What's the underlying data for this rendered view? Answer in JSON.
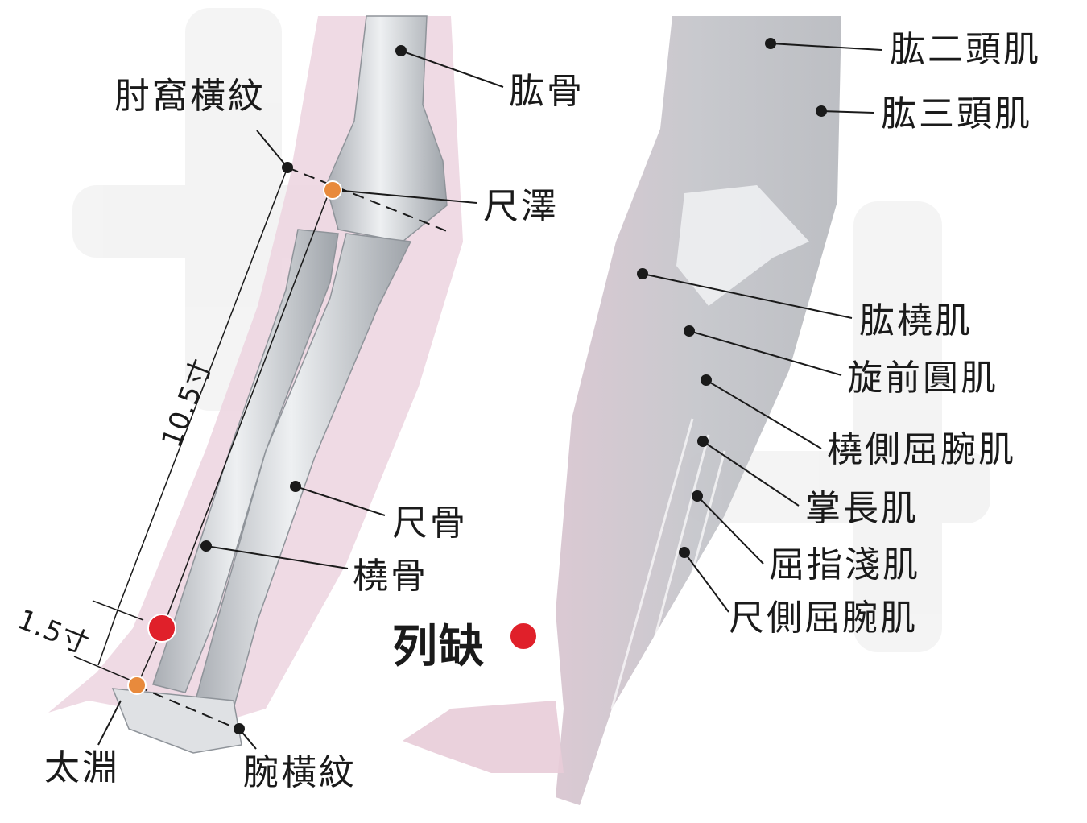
{
  "left_panel": {
    "labels": {
      "elbow_crease": "肘窩橫紋",
      "humerus": "肱骨",
      "chize": "尺澤",
      "ulna": "尺骨",
      "radius": "橈骨",
      "taiyuan": "太淵",
      "wrist_crease": "腕橫紋"
    },
    "measurements": {
      "upper": "10.5寸",
      "lower": "1.5寸"
    }
  },
  "right_panel": {
    "labels": {
      "biceps": "肱二頭肌",
      "triceps": "肱三頭肌",
      "brachioradialis": "肱橈肌",
      "pronator_teres": "旋前圓肌",
      "flexor_carpi_radialis": "橈側屈腕肌",
      "palmaris_longus": "掌長肌",
      "flexor_digitorum_superficialis": "屈指淺肌",
      "flexor_carpi_ulnaris": "尺側屈腕肌"
    },
    "acupoint": "列缺"
  },
  "colors": {
    "acupoint_primary": "#e0202a",
    "acupoint_secondary": "#e88a3c",
    "skin_pink": "#ecd3df",
    "bone_grey": "#c9ccd0",
    "muscle_grey": "#c4c4c8",
    "leader_line": "#1a1a1a"
  }
}
